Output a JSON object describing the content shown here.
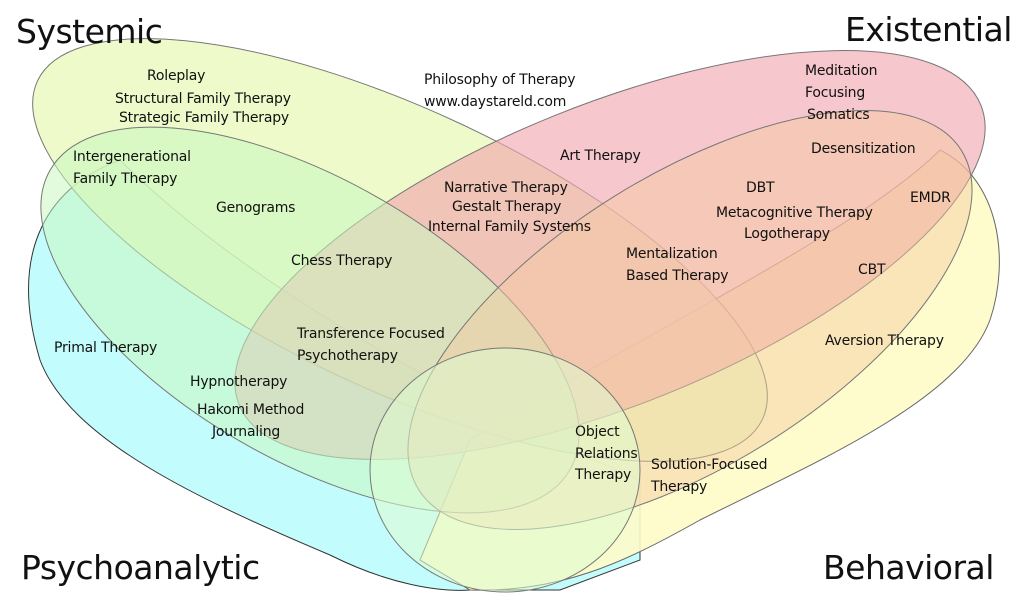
{
  "title": "Philosophy of Therapy",
  "website": "www.daystareld.com",
  "categories": {
    "systemic": "Systemic",
    "existential": "Existential",
    "psychoanalytic": "Psychoanalytic",
    "behavioral": "Behavioral"
  },
  "colors": {
    "systemic": "#e6f7b0",
    "existential": "#f0a0a8",
    "psychoanalytic": "#a8fbfb",
    "behavioral": "#fffac0",
    "outline": "#888888"
  },
  "items": {
    "roleplay": "Roleplay",
    "structural": "Structural Family Therapy",
    "strategic": "Strategic Family Therapy",
    "intergen1": "Intergenerational",
    "intergen2": "Family Therapy",
    "genograms": "Genograms",
    "narrative": "Narrative Therapy",
    "gestalt": "Gestalt Therapy",
    "ifs": "Internal Family Systems",
    "art": "Art Therapy",
    "meditation": "Meditation",
    "focusing": "Focusing",
    "somatics": "Somatics",
    "desensitization": "Desensitization",
    "dbt": "DBT",
    "emdr": "EMDR",
    "metacognitive": "Metacognitive Therapy",
    "logotherapy": "Logotherapy",
    "cbt": "CBT",
    "mentalization1": "Mentalization",
    "mentalization2": "Based Therapy",
    "chess": "Chess Therapy",
    "transference1": "Transference Focused",
    "transference2": "Psychotherapy",
    "primal": "Primal Therapy",
    "hypnotherapy": "Hypnotherapy",
    "hakomi": "Hakomi Method",
    "journaling": "Journaling",
    "object1": "Object",
    "object2": "Relations",
    "object3": "Therapy",
    "solution1": "Solution-Focused",
    "solution2": "Therapy",
    "aversion": "Aversion Therapy"
  }
}
